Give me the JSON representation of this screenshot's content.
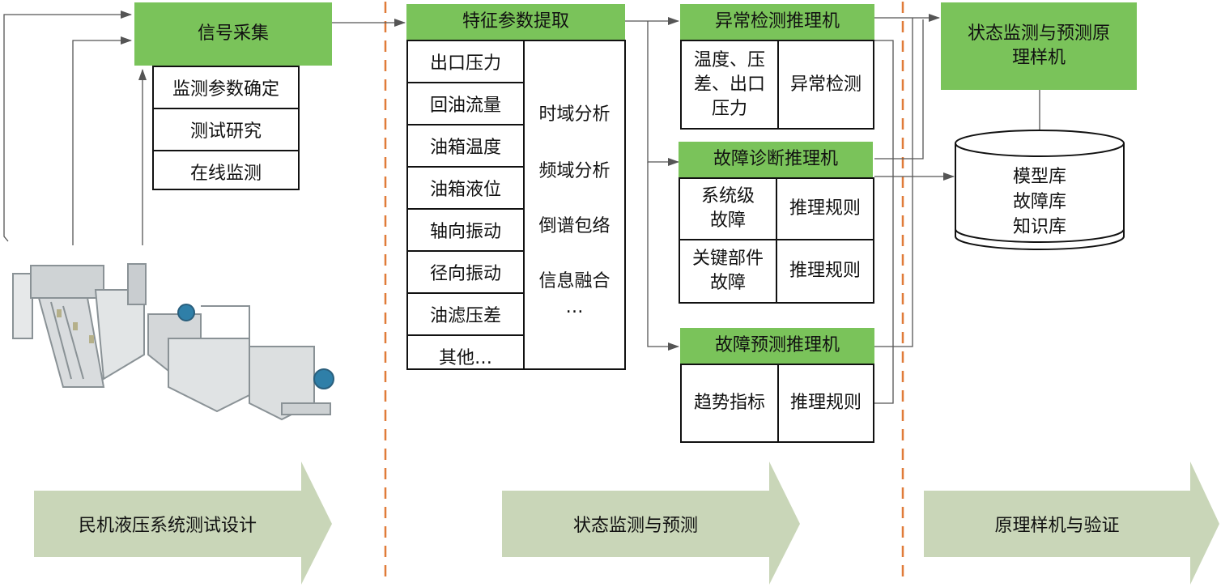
{
  "signal": {
    "title": "信号采集",
    "items": [
      "监测参数确定",
      "测试研究",
      "在线监测"
    ]
  },
  "feature": {
    "title": "特征参数提取",
    "params": [
      "出口压力",
      "回油流量",
      "油箱温度",
      "油箱液位",
      "轴向振动",
      "径向振动",
      "油滤压差",
      "其他…"
    ],
    "methods": [
      "时域分析",
      "频域分析",
      "倒谱包络",
      "信息融合",
      "…"
    ]
  },
  "anomaly": {
    "title": "异常检测推理机",
    "left": "温度、压差、出口压力",
    "right": "异常检测"
  },
  "diagnosis": {
    "title": "故障诊断推理机",
    "rows": [
      {
        "left": "系统级故障",
        "right": "推理规则"
      },
      {
        "left": "关键部件故障",
        "right": "推理规则"
      }
    ]
  },
  "prediction": {
    "title": "故障预测推理机",
    "left": "趋势指标",
    "right": "推理规则"
  },
  "prototype": {
    "title": "状态监测与预测原理样机"
  },
  "database": {
    "lines": [
      "模型库",
      "故障库",
      "知识库"
    ]
  },
  "phases": [
    "民机液压系统测试设计",
    "状态监测与预测",
    "原理样机与验证"
  ],
  "colors": {
    "green_box": "#7ac35a",
    "phase_arrow": "#c9d6b8",
    "divider": "#e07b39",
    "line": "#333333"
  }
}
